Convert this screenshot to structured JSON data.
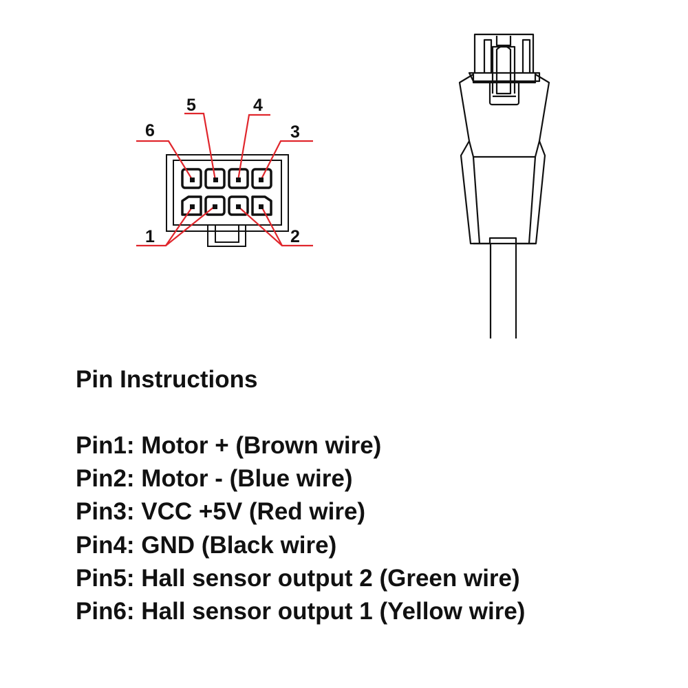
{
  "colors": {
    "leader_line": "#e0262c",
    "outline": "#111111",
    "background": "#ffffff"
  },
  "connector_pin_labels": [
    "6",
    "5",
    "4",
    "3",
    "1",
    "2"
  ],
  "instructions": {
    "heading": "Pin Instructions",
    "items": [
      "Pin1: Motor + (Brown wire)",
      "Pin2: Motor - (Blue wire)",
      "Pin3: VCC +5V (Red wire)",
      "Pin4: GND (Black wire)",
      "Pin5: Hall sensor output 2 (Green wire)",
      "Pin6: Hall sensor output 1 (Yellow wire)"
    ]
  }
}
